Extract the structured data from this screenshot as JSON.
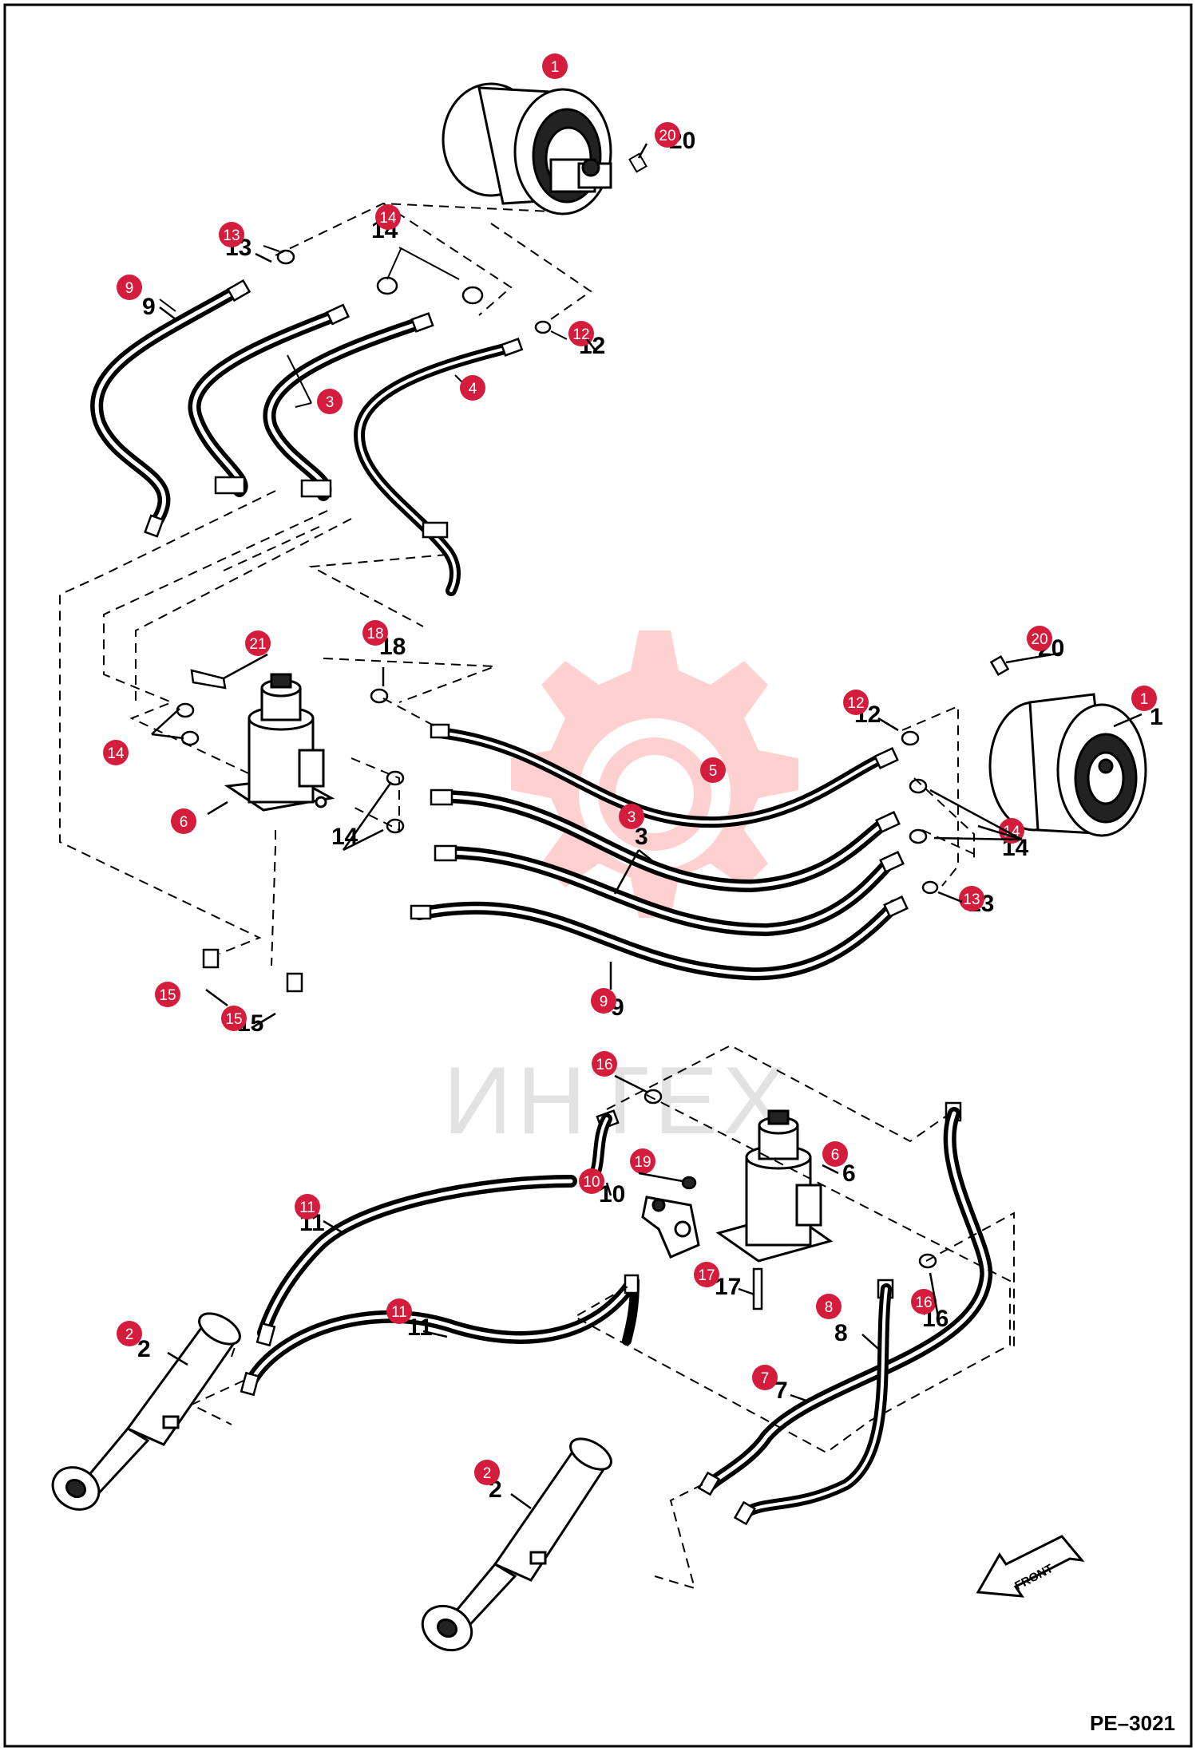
{
  "watermark": "ИНТЕХ",
  "document_code": "PE–3021",
  "front_label": "FRONT",
  "colors": {
    "callout": "#d41c3c",
    "line": "#000000",
    "watermark": "#ff0000"
  },
  "callouts": [
    {
      "id": "c1a",
      "text": "1"
    },
    {
      "id": "c20a",
      "text": "20"
    },
    {
      "id": "c13a",
      "text": "13"
    },
    {
      "id": "c14a",
      "text": "14"
    },
    {
      "id": "c9a",
      "text": "9"
    },
    {
      "id": "c12a",
      "text": "12"
    },
    {
      "id": "c3a",
      "text": "3"
    },
    {
      "id": "c4a",
      "text": "4"
    },
    {
      "id": "c21",
      "text": "21"
    },
    {
      "id": "c18",
      "text": "18"
    },
    {
      "id": "c20b",
      "text": "20"
    },
    {
      "id": "c12b",
      "text": "12"
    },
    {
      "id": "c1b",
      "text": "1"
    },
    {
      "id": "c14b",
      "text": "14"
    },
    {
      "id": "c5",
      "text": "5"
    },
    {
      "id": "c6a",
      "text": "6"
    },
    {
      "id": "c3b",
      "text": "3"
    },
    {
      "id": "c14c",
      "text": "14"
    },
    {
      "id": "c13b",
      "text": "13"
    },
    {
      "id": "c15a",
      "text": "15"
    },
    {
      "id": "c9b",
      "text": "9"
    },
    {
      "id": "c15b",
      "text": "15"
    },
    {
      "id": "c16a",
      "text": "16"
    },
    {
      "id": "c6b",
      "text": "6"
    },
    {
      "id": "c19",
      "text": "19"
    },
    {
      "id": "c10",
      "text": "10"
    },
    {
      "id": "c11a",
      "text": "11"
    },
    {
      "id": "c17",
      "text": "17"
    },
    {
      "id": "c8",
      "text": "8"
    },
    {
      "id": "c16b",
      "text": "16"
    },
    {
      "id": "c11b",
      "text": "11"
    },
    {
      "id": "c2a",
      "text": "2"
    },
    {
      "id": "c7",
      "text": "7"
    },
    {
      "id": "c2b",
      "text": "2"
    }
  ],
  "labels": [
    {
      "id": "l14a",
      "text": "14"
    },
    {
      "id": "l12b",
      "text": "12"
    },
    {
      "id": "l20b",
      "text": "20"
    },
    {
      "id": "l1b",
      "text": "1"
    },
    {
      "id": "l14b",
      "text": "14"
    },
    {
      "id": "l13a",
      "text": "13"
    },
    {
      "id": "l9a",
      "text": "9"
    },
    {
      "id": "l3b",
      "text": "3"
    },
    {
      "id": "l14c",
      "text": "14"
    },
    {
      "id": "l6b",
      "text": "6"
    },
    {
      "id": "l8",
      "text": "8"
    },
    {
      "id": "l16b",
      "text": "16"
    },
    {
      "id": "l7",
      "text": "7"
    },
    {
      "id": "l2b",
      "text": "2"
    },
    {
      "id": "l11b",
      "text": "11"
    },
    {
      "id": "l18",
      "text": "18"
    },
    {
      "id": "l20a",
      "text": "20"
    },
    {
      "id": "l13b",
      "text": "13"
    },
    {
      "id": "l9b",
      "text": "9"
    },
    {
      "id": "l15b",
      "text": "15"
    },
    {
      "id": "l12a",
      "text": "12"
    },
    {
      "id": "l10",
      "text": "10"
    },
    {
      "id": "l11a",
      "text": "11"
    },
    {
      "id": "l2a",
      "text": "2"
    },
    {
      "id": "l17",
      "text": "17"
    }
  ]
}
